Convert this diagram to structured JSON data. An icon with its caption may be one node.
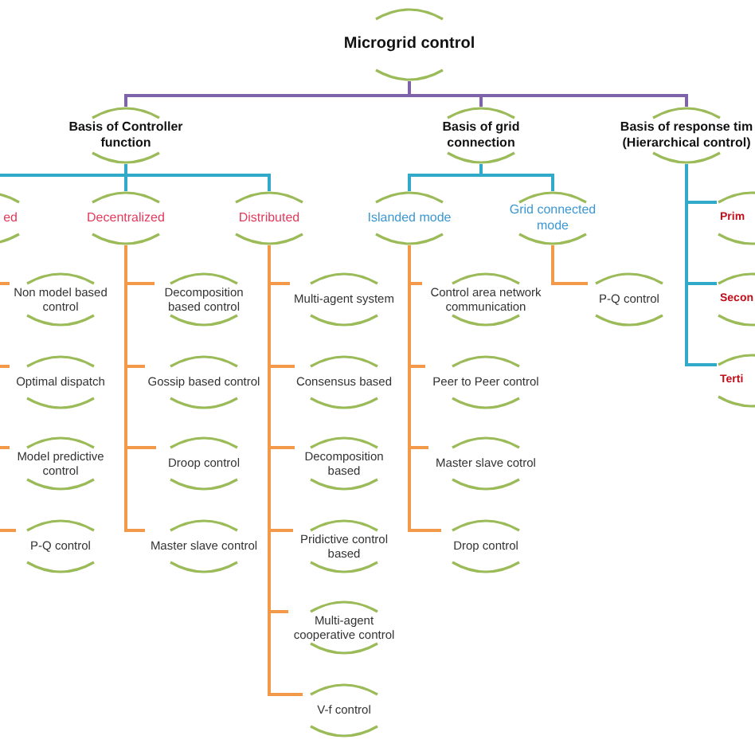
{
  "diagram": {
    "nodes": [
      {
        "text": [
          "Microgrid control"
        ]
      },
      {
        "text": [
          "Basis of Controller function"
        ]
      },
      {
        "text": [
          "Basis of grid connection"
        ]
      },
      {
        "text": [
          "Basis of response tim (Hierarchical control)"
        ]
      },
      {
        "text": [
          "ed"
        ]
      },
      {
        "text": [
          "Decentralized"
        ]
      },
      {
        "text": [
          "Distributed"
        ]
      },
      {
        "text": [
          "Islanded mode"
        ]
      },
      {
        "text": [
          "Grid connected mode"
        ]
      },
      {
        "text": [
          "Prim"
        ]
      },
      {
        "text": [
          "Non model based control"
        ]
      },
      {
        "text": [
          "Decomposition based control"
        ]
      },
      {
        "text": [
          "Multi-agent system"
        ]
      },
      {
        "text": [
          "Control area network communication"
        ]
      },
      {
        "text": [
          "P-Q control"
        ]
      },
      {
        "text": [
          "Secon"
        ]
      },
      {
        "text": [
          "Optimal dispatch"
        ]
      },
      {
        "text": [
          "Gossip based control"
        ]
      },
      {
        "text": [
          "Consensus based"
        ]
      },
      {
        "text": [
          "Peer to Peer control"
        ]
      },
      {
        "text": [
          "Terti"
        ]
      },
      {
        "text": [
          "Model predictive control"
        ]
      },
      {
        "text": [
          "Droop control"
        ]
      },
      {
        "text": [
          "Decomposition based"
        ]
      },
      {
        "text": [
          "Master slave cotrol"
        ]
      },
      {
        "text": [
          "P-Q control"
        ]
      },
      {
        "text": [
          "Master slave control"
        ]
      },
      {
        "text": [
          "Pridictive control based"
        ]
      },
      {
        "text": [
          "Drop control"
        ]
      },
      {
        "text": [
          "Multi-agent cooperative control"
        ]
      },
      {
        "text": [
          "V-f control"
        ]
      }
    ],
    "edges": [
      {
        "from": 0,
        "to": 1,
        "arrow": "none",
        "color": "#7f63a8"
      },
      {
        "from": 0,
        "to": 2,
        "arrow": "none",
        "color": "#7f63a8"
      },
      {
        "from": 0,
        "to": 3,
        "arrow": "none",
        "color": "#7f63a8"
      },
      {
        "from": 1,
        "to": 4,
        "arrow": "none",
        "color": "#31a9c9"
      },
      {
        "from": 1,
        "to": 5,
        "arrow": "none",
        "color": "#31a9c9"
      },
      {
        "from": 1,
        "to": 6,
        "arrow": "none",
        "color": "#31a9c9"
      },
      {
        "from": 2,
        "to": 7,
        "arrow": "none",
        "color": "#31a9c9"
      },
      {
        "from": 2,
        "to": 8,
        "arrow": "none",
        "color": "#31a9c9"
      },
      {
        "from": 3,
        "to": 9,
        "arrow": "none",
        "color": "#31a9c9"
      },
      {
        "from": 3,
        "to": 15,
        "arrow": "none",
        "color": "#31a9c9"
      },
      {
        "from": 3,
        "to": 20,
        "arrow": "none",
        "color": "#31a9c9"
      },
      {
        "from": 4,
        "to": 10,
        "arrow": "none"
      },
      {
        "from": 4,
        "to": 16,
        "arrow": "none"
      },
      {
        "from": 4,
        "to": 21,
        "arrow": "none"
      },
      {
        "from": 4,
        "to": 25,
        "arrow": "none"
      },
      {
        "from": 5,
        "to": 11,
        "arrow": "none"
      },
      {
        "from": 5,
        "to": 17,
        "arrow": "none"
      },
      {
        "from": 5,
        "to": 22,
        "arrow": "none"
      },
      {
        "from": 5,
        "to": 26,
        "arrow": "none"
      },
      {
        "from": 6,
        "to": 12,
        "arrow": "none"
      },
      {
        "from": 6,
        "to": 18,
        "arrow": "none"
      },
      {
        "from": 6,
        "to": 23,
        "arrow": "none"
      },
      {
        "from": 6,
        "to": 27,
        "arrow": "none"
      },
      {
        "from": 6,
        "to": 29,
        "arrow": "none"
      },
      {
        "from": 6,
        "to": 30,
        "arrow": "none"
      },
      {
        "from": 7,
        "to": 13,
        "arrow": "none"
      },
      {
        "from": 7,
        "to": 19,
        "arrow": "none"
      },
      {
        "from": 7,
        "to": 24,
        "arrow": "none"
      },
      {
        "from": 7,
        "to": 28,
        "arrow": "none"
      },
      {
        "from": 8,
        "to": 14,
        "arrow": "none"
      }
    ]
  }
}
